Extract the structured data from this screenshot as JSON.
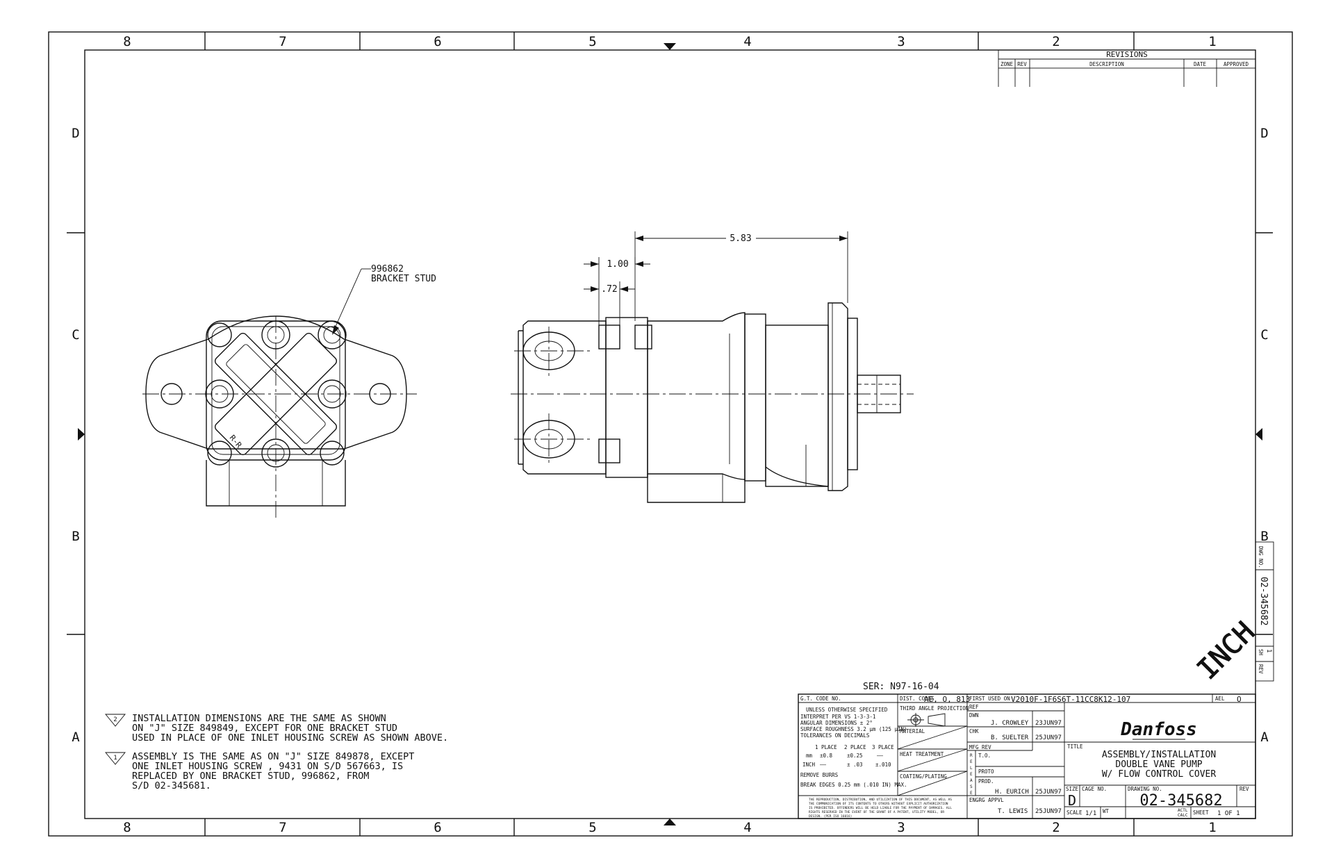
{
  "zones": {
    "columns": [
      "8",
      "7",
      "6",
      "5",
      "4",
      "3",
      "2",
      "1"
    ],
    "rows": [
      "D",
      "C",
      "B",
      "A"
    ]
  },
  "revisions": {
    "title": "REVISIONS",
    "headers": [
      "ZONE",
      "REV",
      "DESCRIPTION",
      "DATE",
      "APPROVED"
    ]
  },
  "dimensions": {
    "overall": "5.83",
    "flange": "1.00",
    "pilot": ".72"
  },
  "callout": {
    "part": "996862",
    "name": "BRACKET STUD"
  },
  "end_view": {
    "casting_mark": "R-R"
  },
  "ser": "SER: N97-16-04",
  "notes": [
    {
      "flag": "2",
      "lines": [
        "INSTALLATION DIMENSIONS ARE THE SAME AS SHOWN",
        "ON \"J\" SIZE 849849, EXCEPT FOR ONE BRACKET STUD",
        "USED IN PLACE OF ONE INLET HOUSING SCREW AS SHOWN ABOVE."
      ]
    },
    {
      "flag": "1",
      "lines": [
        "ASSEMBLY IS THE SAME AS ON \"J\" SIZE 849878, EXCEPT",
        "ONE INLET HOUSING SCREW , 9431 ON S/D 567663, IS",
        "REPLACED BY ONE BRACKET STUD, 996862, FROM",
        "S/D 02-345681."
      ]
    }
  ],
  "unit_stamp": "INCH",
  "side_stamp": {
    "dwg_label": "DWG NO.",
    "dwg_no": "02-345682",
    "sh_label": "SH",
    "sh": "1",
    "rev_label": "REV"
  },
  "title_block": {
    "gt_code": "G.T. CODE NO.",
    "dist_label": "DIST. CODES",
    "dist_value": "AE, O, 813",
    "tolerances": [
      "UNLESS OTHERWISE SPECIFIED",
      "INTERPRET PER VS 1-3-3-1",
      "ANGULAR DIMENSIONS ± 2°",
      "SURFACE ROUGHNESS 3.2 μm (125 μIN)",
      "TOLERANCES ON DECIMALS"
    ],
    "place_headers": [
      "1 PLACE",
      "2 PLACE",
      "3 PLACE"
    ],
    "mm_row": [
      "mm",
      "±0.8",
      "±0.25",
      "——"
    ],
    "inch_row": [
      "INCH",
      "——",
      "± .03",
      "±.010"
    ],
    "remove_burrs": "REMOVE BURRS",
    "break_edges": "BREAK EDGES 0.25 mm (.010 IN) MAX.",
    "legal": [
      "THE REPRODUCTION, DISTRIBUTION, AND UTILIZATION OF THIS DOCUMENT, AS WELL AS",
      "THE COMMUNICATION OF ITS CONTENTS TO OTHERS WITHOUT EXPLICIT AUTHORIZATION",
      "IS PROHIBITED. OFFENDERS WILL BE HELD LIABLE FOR THE PAYMENT OF DAMAGES. ALL",
      "RIGHTS RESERVED IN THE EVENT OF THE GRANT OF A PATENT, UTILITY MODEL, OR",
      "DESIGN. (PER ISO 16016)"
    ],
    "projection": "THIRD ANGLE PROJECTION",
    "material": "MATERIAL",
    "heat_treatment": "HEAT TREATMENT",
    "coating": "COATING/PLATING",
    "first_used_label": "FIRST USED ON",
    "first_used": "V2010F-1F6S6T-11CC8K12-107",
    "ael_label": "AEL",
    "ael": "O",
    "ref": "REF",
    "dwn_label": "DWN",
    "dwn_name": "J. CROWLEY",
    "dwn_date": "23JUN97",
    "chk_label": "CHK",
    "chk_name": "B. SUELTER",
    "chk_date": "25JUN97",
    "mfg_rev": "MFG REV",
    "release_letters": [
      "R",
      "E",
      "L",
      "E",
      "A",
      "S",
      "E"
    ],
    "to": "T.O.",
    "proto": "PROTO",
    "prod": "PROD.",
    "prod_name": "H. EURICH",
    "prod_date": "25JUN97",
    "engrg_label": "ENGRG APPVL",
    "engrg_name": "T. LEWIS",
    "engrg_date": "25JUN97",
    "logo": "Danfoss",
    "title_label": "TITLE",
    "title_lines": [
      "ASSEMBLY/INSTALLATION",
      "DOUBLE VANE PUMP",
      "W/ FLOW CONTROL COVER"
    ],
    "size_label": "SIZE",
    "size": "D",
    "cage_label": "CAGE NO.",
    "drawing_label": "DRAWING NO.",
    "drawing_no": "02-345682",
    "rev_label": "REV",
    "scale_label": "SCALE",
    "scale": "1/1",
    "wt_label": "WT",
    "actl": "ACTL",
    "calc": "CALC",
    "sheet_label": "SHEET",
    "sheet": "1 OF 1"
  }
}
